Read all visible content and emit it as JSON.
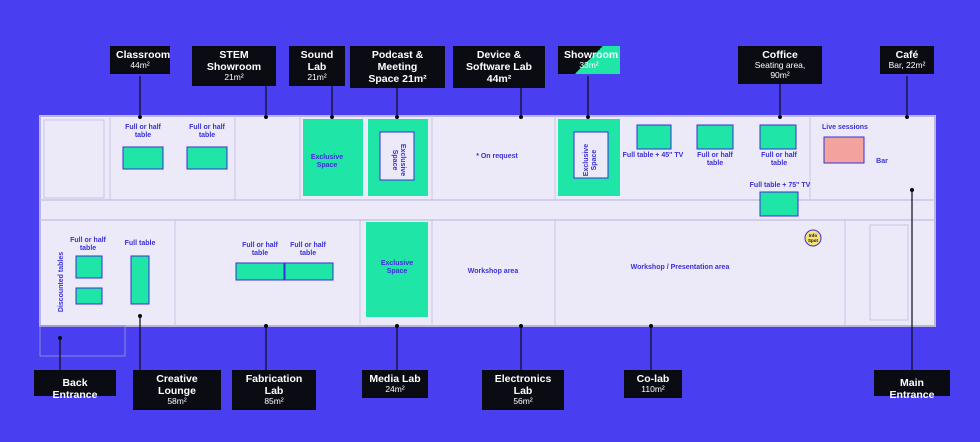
{
  "colors": {
    "background": "#4a3ff0",
    "floor": "#eceaf8",
    "exclusive": "#1fe5a6",
    "table": "#1fe5a6",
    "live_sessions": "#f3a39e",
    "label_bg": "#0b0b14",
    "wall": "#b9b6d8",
    "text_blue": "#3a30d8"
  },
  "top_labels": [
    {
      "title": "Classroom",
      "sub": "44m²"
    },
    {
      "title": "STEM Showroom",
      "sub": "21m²"
    },
    {
      "title": "Sound Lab",
      "sub": "21m²"
    },
    {
      "title": "Podcast & Meeting",
      "sub": "Space 21m²"
    },
    {
      "title": "Device &",
      "sub": "Software Lab 44m²"
    },
    {
      "title": "Showroom",
      "sub": "33m²"
    },
    {
      "title": "Coffice",
      "sub": "Seating area, 90m²"
    },
    {
      "title": "Café",
      "sub": "Bar, 22m²"
    }
  ],
  "bottom_labels": [
    {
      "title": "Back Entrance",
      "sub": ""
    },
    {
      "title": "Creative Lounge",
      "sub": "58m²"
    },
    {
      "title": "Fabrication Lab",
      "sub": "85m²"
    },
    {
      "title": "Media Lab",
      "sub": "24m²"
    },
    {
      "title": "Electronics Lab",
      "sub": "56m²"
    },
    {
      "title": "Co-lab",
      "sub": "110m²"
    },
    {
      "title": "Main Entrance",
      "sub": ""
    }
  ],
  "zone_texts": {
    "classroom_table1": "Full or half table",
    "classroom_table2": "Full or half table",
    "exclusive_space_sound": "Exclusive Space",
    "exclusive_space_podcast": "Exclusive Space",
    "on_request": "* On request",
    "exclusive_space_showroom": "Exclusive Space",
    "full_table_45": "Full table + 45'' TV",
    "coffice_table1": "Full or half table",
    "coffice_table2": "Full or half table",
    "live_sessions": "Live sessions",
    "bar": "Bar",
    "full_table_75": "Full table + 75'' TV",
    "info_spot": "Info Spot",
    "lounge_half": "Full or half table",
    "lounge_full": "Full table",
    "discounted": "Discounted tables",
    "fab_table1": "Full or half table",
    "fab_table2": "Full or half table",
    "media_exclusive": "Exclusive Space",
    "workshop_area": "Workshop area",
    "workshop_presentation": "Workshop / Presentation area"
  }
}
